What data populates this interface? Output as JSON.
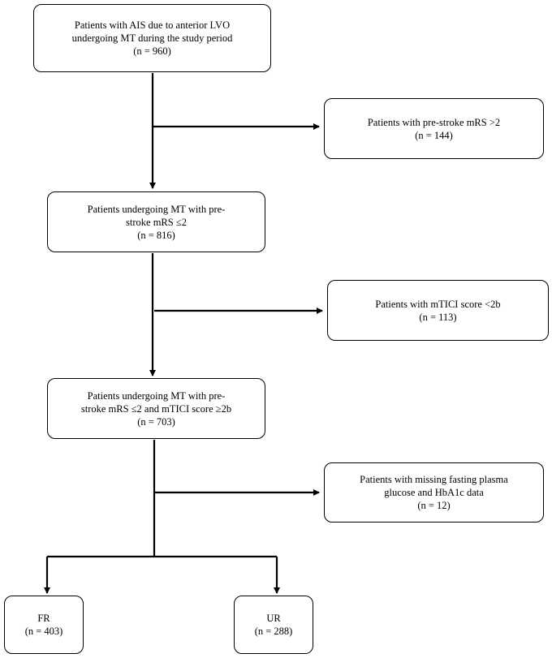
{
  "flowchart": {
    "initial": {
      "lines": [
        "Patients with AIS due to anterior LVO",
        "undergoing MT during the study period",
        "(n = 960)"
      ]
    },
    "excl_mrs": {
      "lines": [
        "Patients with pre-stroke mRS >2",
        "(n = 144)"
      ]
    },
    "after_mrs": {
      "lines": [
        "Patients undergoing MT with pre-",
        "stroke mRS ≤2",
        "(n = 816)"
      ]
    },
    "excl_mtici": {
      "lines": [
        "Patients with mTICI score <2b",
        "(n = 113)"
      ]
    },
    "after_mtici": {
      "lines": [
        "Patients undergoing MT with pre-",
        "stroke mRS ≤2 and mTICI score ≥2b",
        "(n = 703)"
      ]
    },
    "excl_missing": {
      "lines": [
        "Patients with missing fasting plasma",
        "glucose and HbA1c data",
        "(n = 12)"
      ]
    },
    "fr": {
      "lines": [
        "FR",
        "(n = 403)"
      ]
    },
    "ur": {
      "lines": [
        "UR",
        "(n = 288)"
      ]
    }
  }
}
